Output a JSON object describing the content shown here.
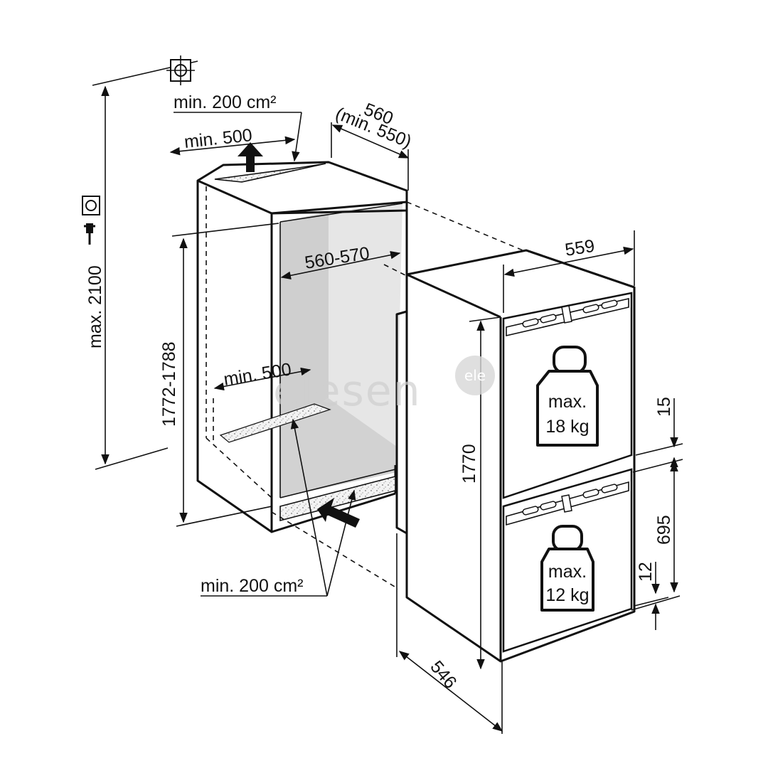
{
  "labels": {
    "top_vent_area": "min. 200 cm²",
    "top_vent_width": "min. 500",
    "niche_depth": "560",
    "niche_depth_min": "(min. 550)",
    "max_height": "max. 2100",
    "niche_width": "560-570",
    "niche_height": "1772-1788",
    "bottom_vent_width": "min. 500",
    "bottom_vent_area": "min. 200 cm²",
    "appliance_width": "559",
    "appliance_height": "1770",
    "appliance_depth": "546",
    "door_gap_top": "15",
    "lower_door_height": "695",
    "door_gap_bottom": "12",
    "upper_load_line1": "max.",
    "upper_load_line2": "18 kg",
    "lower_load_line1": "max.",
    "lower_load_line2": "12 kg"
  },
  "watermark": {
    "text": "elesen",
    "badge": "ele"
  },
  "icons": [
    "ventilation-symbol-icon",
    "power-socket-icon",
    "power-plug-icon",
    "weight-icon"
  ],
  "colors": {
    "line": "#111111",
    "niche_shade": "#d8d8d8",
    "background": "#ffffff"
  }
}
